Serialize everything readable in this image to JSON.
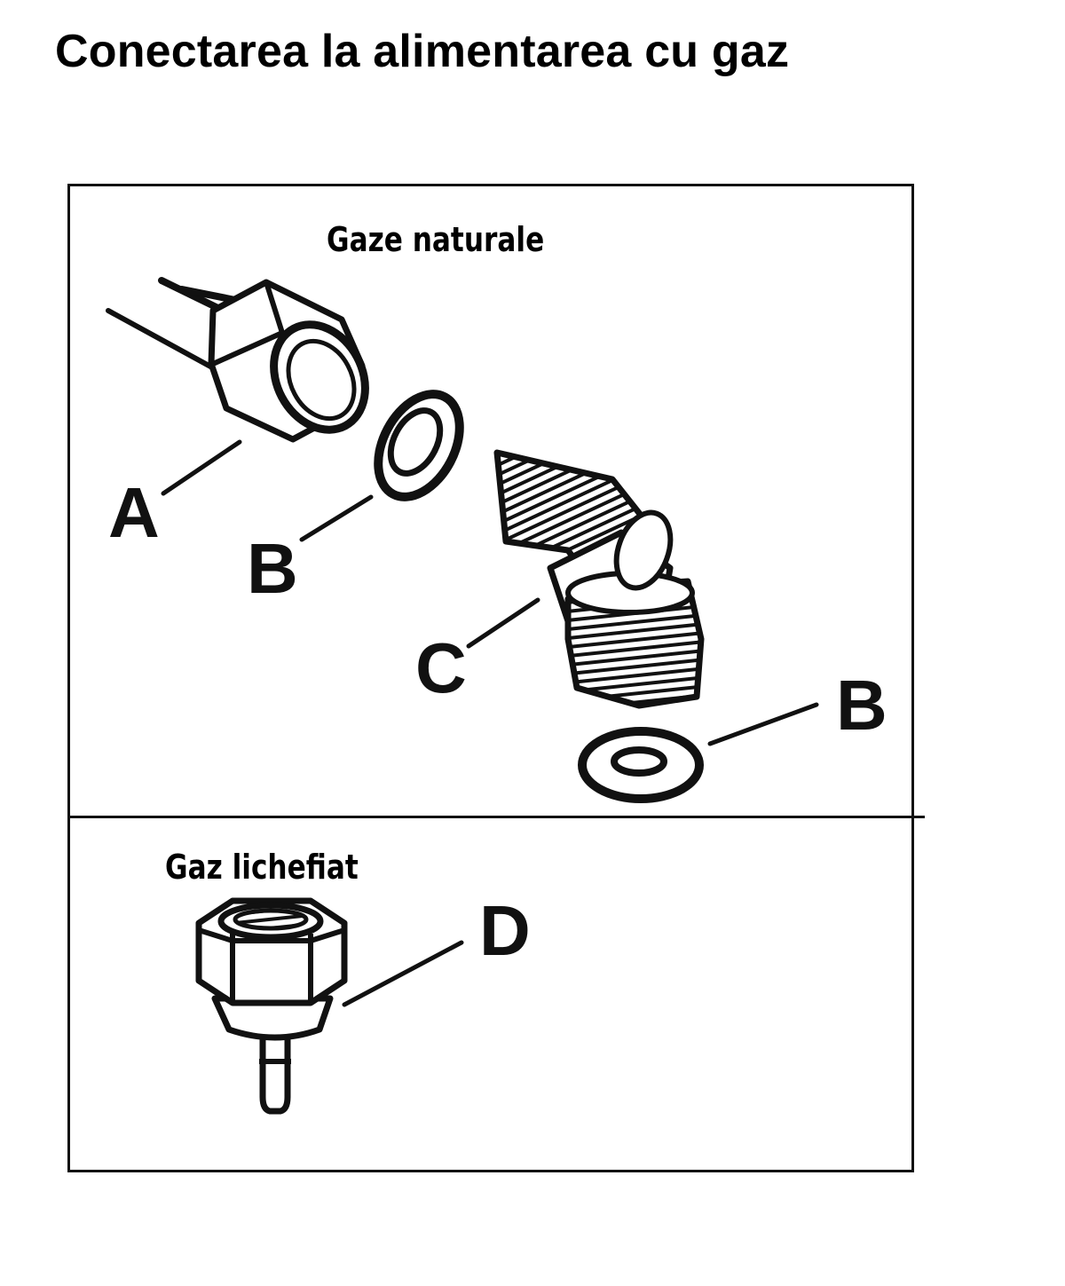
{
  "title": "Conectarea la alimentarea cu gaz",
  "sections": {
    "natural_gas": {
      "label": "Gaze naturale",
      "callouts": {
        "a": "A",
        "b1": "B",
        "c": "C",
        "b2": "B"
      }
    },
    "lpg": {
      "label": "Gaz lichefiat",
      "callouts": {
        "d": "D"
      }
    }
  },
  "colors": {
    "ink": "#111111",
    "background": "#ffffff"
  }
}
